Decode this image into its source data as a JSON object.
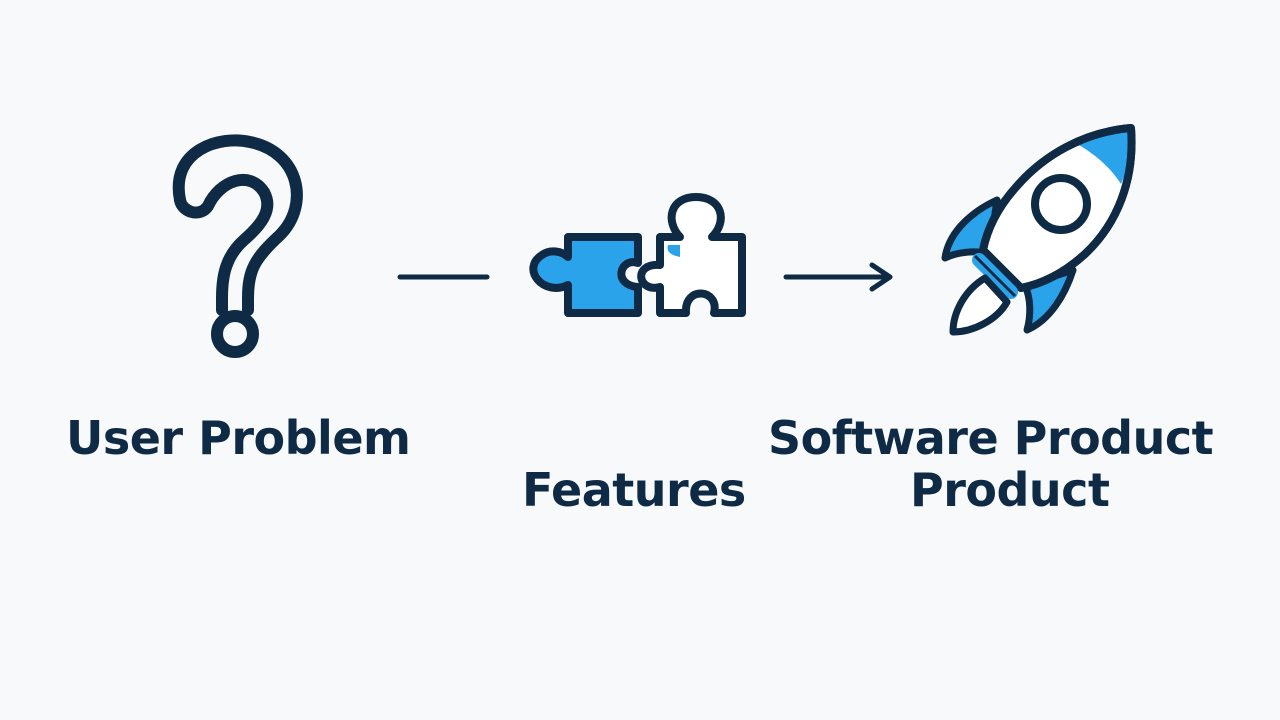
{
  "colors": {
    "background": "#f7f9fb",
    "stroke": "#0f2a44",
    "accent": "#2aa3ea"
  },
  "nodes": [
    {
      "icon": "question-mark-icon",
      "label": "User Problem"
    },
    {
      "icon": "puzzle-pieces-icon",
      "label": "Features"
    },
    {
      "icon": "rocket-icon",
      "label_line1": "Software Product",
      "label_line2": "Product"
    }
  ],
  "connectors": [
    {
      "icon": "line-connector"
    },
    {
      "icon": "arrow-right-icon"
    }
  ]
}
